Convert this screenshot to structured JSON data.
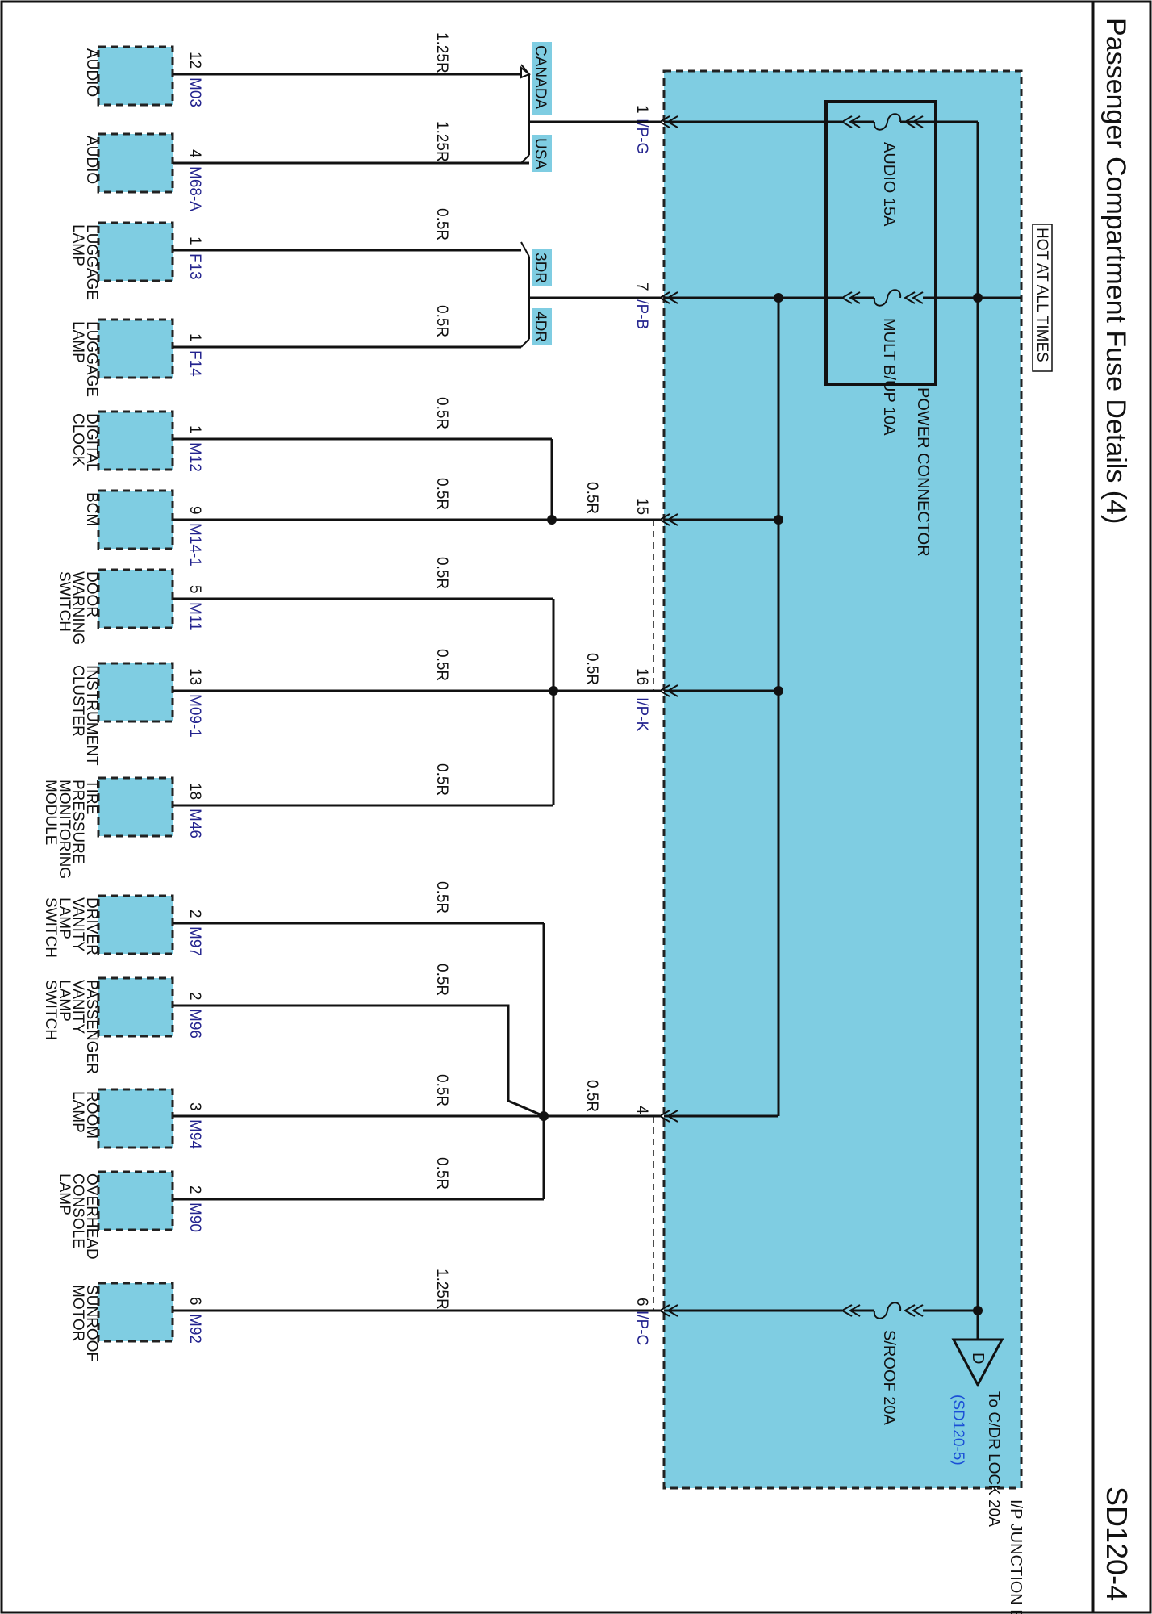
{
  "page": {
    "title": "Passenger Compartment Fuse Details (4)",
    "code": "SD120-4"
  },
  "box": {
    "name": "I/P JUNCTION BOX",
    "hot": "HOT AT ALL TIMES",
    "power_connector": "POWER CONNECTOR",
    "fuses": {
      "audio": "AUDIO 15A",
      "mult": "MULT B/UP 10A",
      "sroof": "S/ROOF 20A"
    },
    "to_ref": {
      "symbol": "D",
      "text": "To C/DR LOCK 20A",
      "ref": "(SD120-5)"
    },
    "pins": {
      "p1": "1",
      "p1_conn": "I/P-G",
      "p7": "7",
      "p7_conn": "I/P-B",
      "p15": "15",
      "p16": "16",
      "p16_conn": "I/P-K",
      "p4": "4",
      "p6": "6",
      "p6_conn": "I/P-C"
    }
  },
  "options": {
    "canada": "CANADA",
    "usa": "USA",
    "dr3": "3DR",
    "dr4": "4DR"
  },
  "wires": {
    "w125": "1.25R",
    "w05": "0.5R"
  },
  "components": [
    {
      "pin": "12",
      "connector": "M03",
      "name": "AUDIO"
    },
    {
      "pin": "4",
      "connector": "M68-A",
      "name": "AUDIO"
    },
    {
      "pin": "1",
      "connector": "F13",
      "name": "LUGGAGE LAMP"
    },
    {
      "pin": "1",
      "connector": "F14",
      "name": "LUGGAGE LAMP"
    },
    {
      "pin": "1",
      "connector": "M12",
      "name": "DIGITAL CLOCK"
    },
    {
      "pin": "9",
      "connector": "M14-1",
      "name": "BCM"
    },
    {
      "pin": "5",
      "connector": "M11",
      "name": "DOOR WARNING SWITCH"
    },
    {
      "pin": "13",
      "connector": "M09-1",
      "name": "INSTRUMENT CLUSTER"
    },
    {
      "pin": "18",
      "connector": "M46",
      "name": "TIRE PRESSURE MONITORING MODULE"
    },
    {
      "pin": "2",
      "connector": "M97",
      "name": "DRIVER VANITY LAMP SWITCH"
    },
    {
      "pin": "2",
      "connector": "M96",
      "name": "PASSENGER VANITY LAMP SWITCH"
    },
    {
      "pin": "3",
      "connector": "M94",
      "name": "ROOM LAMP"
    },
    {
      "pin": "2",
      "connector": "M90",
      "name": "OVERHEAD CONSOLE LAMP"
    },
    {
      "pin": "6",
      "connector": "M92",
      "name": "SUNROOF MOTOR"
    }
  ]
}
